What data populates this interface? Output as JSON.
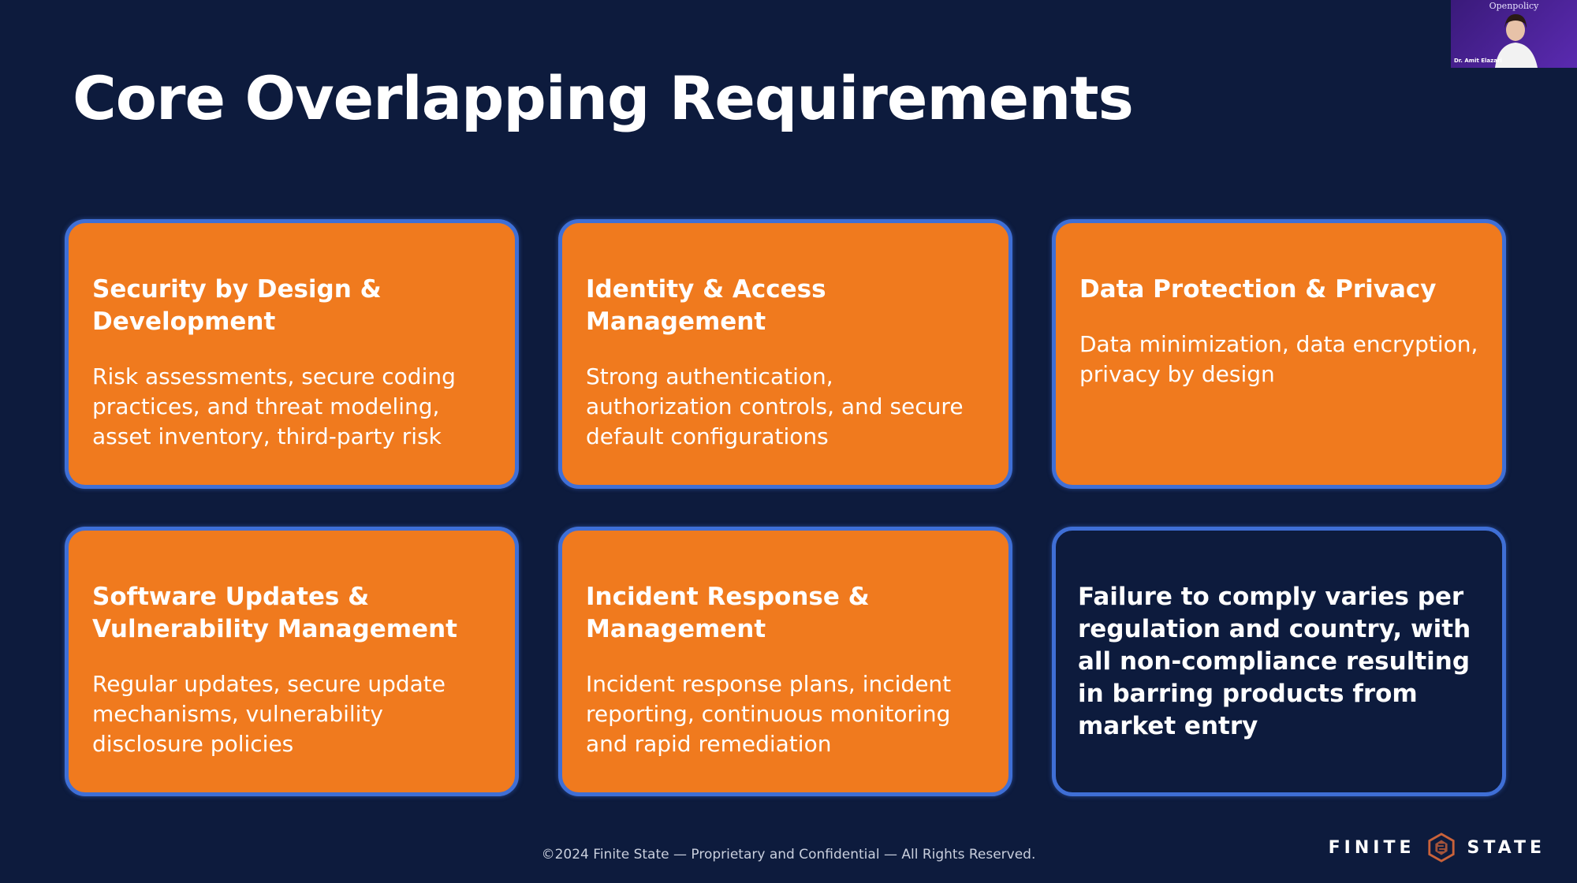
{
  "slide": {
    "title": "Core Overlapping Requirements",
    "cards": [
      {
        "heading": "Security by Design & Development",
        "body": "Risk assessments, secure coding practices, and threat modeling, asset inventory, third-party risk"
      },
      {
        "heading": "Identity & Access Management",
        "body": "Strong authentication, authorization controls, and secure default configurations"
      },
      {
        "heading": "Data Protection & Privacy",
        "body": "Data minimization, data encryption, privacy by design"
      },
      {
        "heading": "Software Updates & Vulnerability Management",
        "body": "Regular updates, secure update mechanisms, vulnerability disclosure policies"
      },
      {
        "heading": "Incident Response & Management",
        "body": "Incident response plans, incident reporting, continuous monitoring and rapid remediation"
      }
    ],
    "note": "Failure to comply varies per regulation and country, with all non-compliance resulting in barring products from market entry",
    "footer": "©2024 Finite State — Proprietary and Confidential — All Rights Reserved.",
    "logo": {
      "left": "FINITE",
      "right": "STATE"
    }
  },
  "presenter": {
    "brand": "Openpolicy",
    "name": "Dr. Amit Elazari"
  },
  "colors": {
    "background": "#0d1b3d",
    "card": "#f07a1e",
    "card_border": "#3f6fd6",
    "logo_mark": "#c9623a"
  },
  "icons": {
    "logo_mark": "hexagon-logo-icon",
    "presenter": "person-video-icon"
  }
}
